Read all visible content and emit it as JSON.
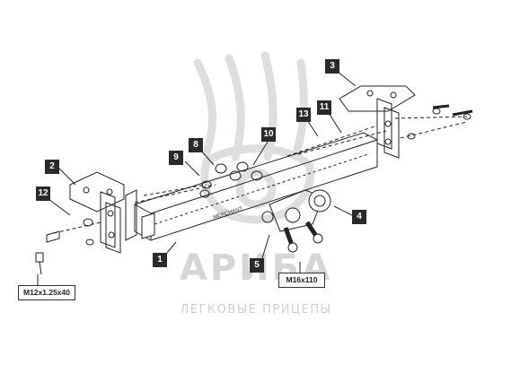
{
  "watermark": {
    "brand": "АРИБА",
    "tagline": "ЛЕГКОВЫЕ ПРИЦЕПЫ"
  },
  "callouts": [
    {
      "id": "1",
      "label": "1"
    },
    {
      "id": "2",
      "label": "2"
    },
    {
      "id": "3",
      "label": "3"
    },
    {
      "id": "4",
      "label": "4"
    },
    {
      "id": "5",
      "label": "5"
    },
    {
      "id": "8",
      "label": "8"
    },
    {
      "id": "9",
      "label": "9"
    },
    {
      "id": "10",
      "label": "10"
    },
    {
      "id": "11",
      "label": "11"
    },
    {
      "id": "12",
      "label": "12"
    },
    {
      "id": "13",
      "label": "13"
    }
  ],
  "dimensions": {
    "left_bolt": "M12x1.25x40",
    "ball_bolt": "M16x110"
  },
  "beam_marking": "MERCHANT",
  "colors": {
    "line": "#222222",
    "badge": "#2a2a2a",
    "watermark": "#d6d6d6"
  }
}
